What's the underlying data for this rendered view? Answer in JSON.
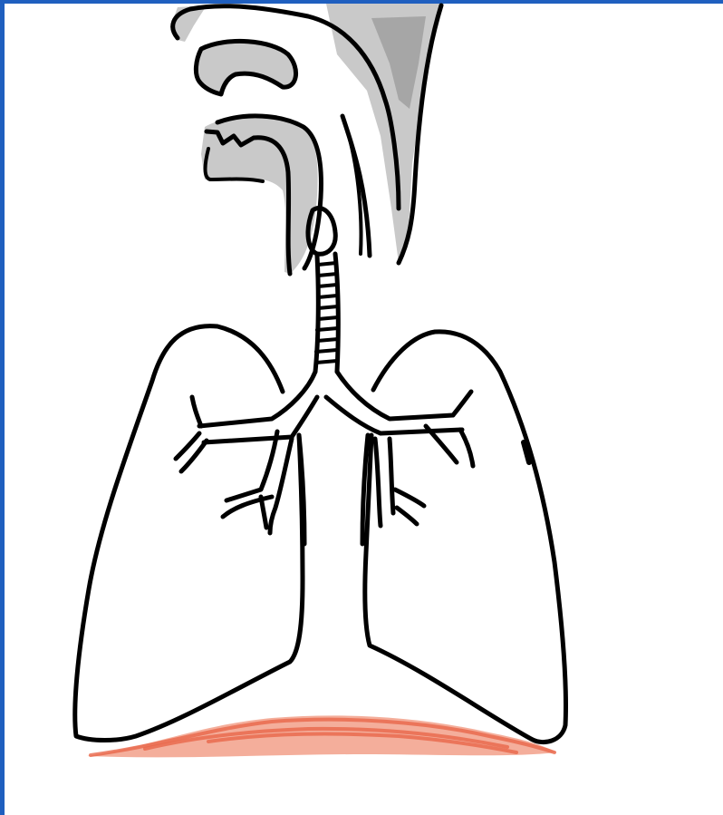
{
  "diagram": {
    "subject": "",
    "colors": {
      "background": "#ffffff",
      "frame": "#1f5fbf",
      "outline": "#000000",
      "head_fill": "#c9c9c9",
      "head_shadow": "#8f8f8f",
      "diaphragm": "#e8664a",
      "diaphragm_light": "#f2a08a"
    },
    "parts": [
      "nasal-cavity",
      "oral-cavity",
      "pharynx",
      "larynx",
      "trachea",
      "bronchi",
      "left-lung",
      "right-lung",
      "diaphragm"
    ]
  }
}
